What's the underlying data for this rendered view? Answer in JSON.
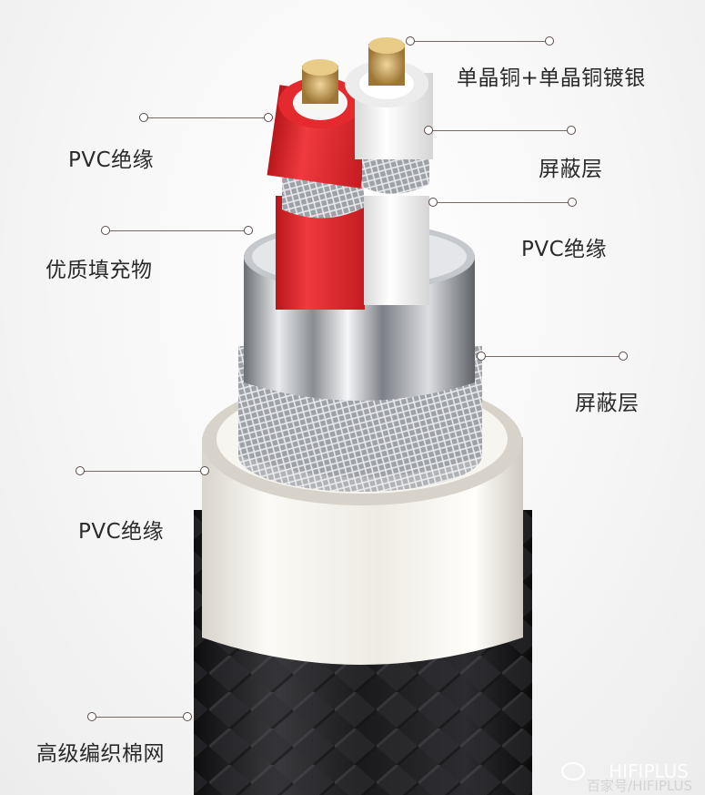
{
  "labels": {
    "conductor": "单晶铜+单晶铜镀银",
    "inner_insulation_left": "PVC绝缘",
    "inner_shield": "屏蔽层",
    "inner_insulation_right": "PVC绝缘",
    "filler": "优质填充物",
    "outer_shield": "屏蔽层",
    "outer_insulation": "PVC绝缘",
    "braid": "高级编织棉网"
  },
  "watermark": {
    "brand": "HIFIPLUS",
    "source": "百家号/HIFIPLUS"
  },
  "colors": {
    "red_insulation": "#e4262b",
    "white_insulation": "#f2f2f2",
    "copper": "#c9a15a",
    "silver": "#b9bcc0",
    "jacket": "#1d1d1f",
    "callout": "#7a6a66"
  }
}
